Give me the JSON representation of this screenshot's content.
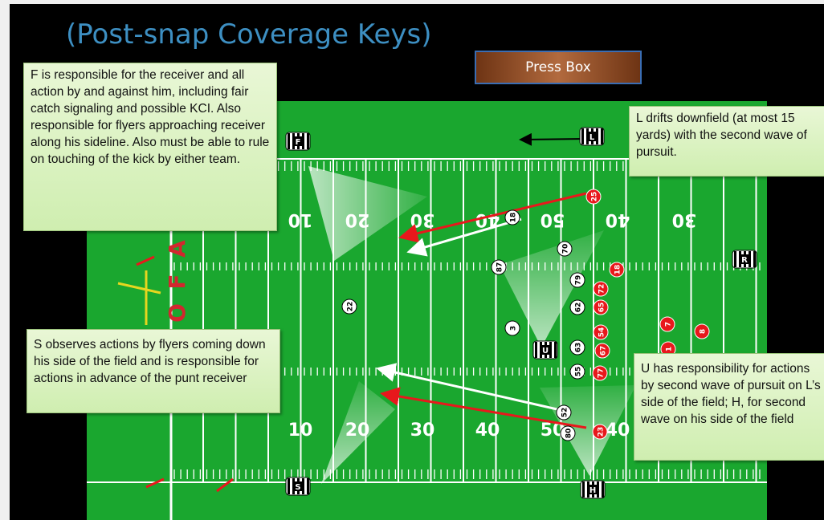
{
  "title": "(Post-snap Coverage Keys)",
  "press_box": "Press Box",
  "notes": {
    "f": "F is responsible for the receiver and all action by and against him, including fair catch signaling and possible KCI. Also responsible for flyers approaching receiver along his sideline. Also must be able to rule on touching of the kick by either team.",
    "l": "L drifts downfield (at most 15 yards) with the second wave of pursuit.",
    "s": "S observes actions by flyers coming down his side of the field and is responsible for actions in advance of the punt receiver",
    "u": "U has responsibility for actions by second wave of pursuit on L’s side of the field; H, for second wave on his side of the field"
  },
  "field": {
    "endzone_text": "AFOA",
    "top_numbers": [
      "10",
      "20",
      "30",
      "40",
      "50",
      "40",
      "30"
    ],
    "bottom_numbers": [
      "10",
      "20",
      "30",
      "40",
      "50",
      "40"
    ],
    "colors": {
      "field": "#1aa72f",
      "lines": "#ffffff",
      "kicking_team": "#e8181c",
      "receiving_team": "#ffffff",
      "upright": "#e6d61f",
      "note": "#d9f2c2",
      "title": "#3d8fc2"
    }
  },
  "officials": [
    "F",
    "L",
    "R",
    "U",
    "S",
    "H"
  ],
  "kicking_team_players": [
    "25",
    "18",
    "72",
    "65",
    "54",
    "67",
    "77",
    "23",
    "7",
    "8",
    "1"
  ],
  "receiving_team_players": [
    "18",
    "70",
    "87",
    "79",
    "62",
    "22",
    "3",
    "63",
    "55",
    "52",
    "80"
  ]
}
